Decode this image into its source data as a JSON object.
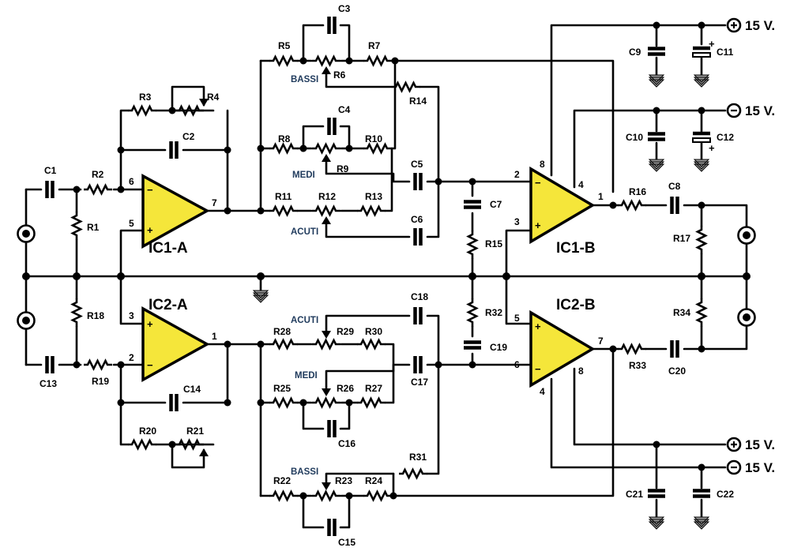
{
  "ics": [
    "IC1-A",
    "IC1-B",
    "IC2-A",
    "IC2-B"
  ],
  "supplies": {
    "positive": "15 V.",
    "negative": "15 V."
  },
  "controls": {
    "bassi": "BASSI",
    "medi": "MEDI",
    "acuti": "ACUTI"
  },
  "resistors": [
    "R1",
    "R2",
    "R3",
    "R4",
    "R5",
    "R6",
    "R7",
    "R8",
    "R9",
    "R10",
    "R11",
    "R12",
    "R13",
    "R14",
    "R15",
    "R16",
    "R17",
    "R18",
    "R19",
    "R20",
    "R21",
    "R22",
    "R23",
    "R24",
    "R25",
    "R26",
    "R27",
    "R28",
    "R29",
    "R30",
    "R31",
    "R32",
    "R33",
    "R34"
  ],
  "capacitors": [
    "C1",
    "C2",
    "C3",
    "C4",
    "C5",
    "C6",
    "C7",
    "C8",
    "C9",
    "C10",
    "C11",
    "C12",
    "C13",
    "C14",
    "C15",
    "C16",
    "C17",
    "C18",
    "C19",
    "C20",
    "C21",
    "C22"
  ],
  "pins": {
    "p1": "1",
    "p2": "2",
    "p3": "3",
    "p4": "4",
    "p5": "5",
    "p6": "6",
    "p7": "7",
    "p8": "8"
  },
  "signs": {
    "plus": "+",
    "minus": "−"
  },
  "colors": {
    "opamp_fill": "#f5e63a",
    "ground_fill": "#9a9a9a",
    "control_label": "#1f3a5c"
  }
}
